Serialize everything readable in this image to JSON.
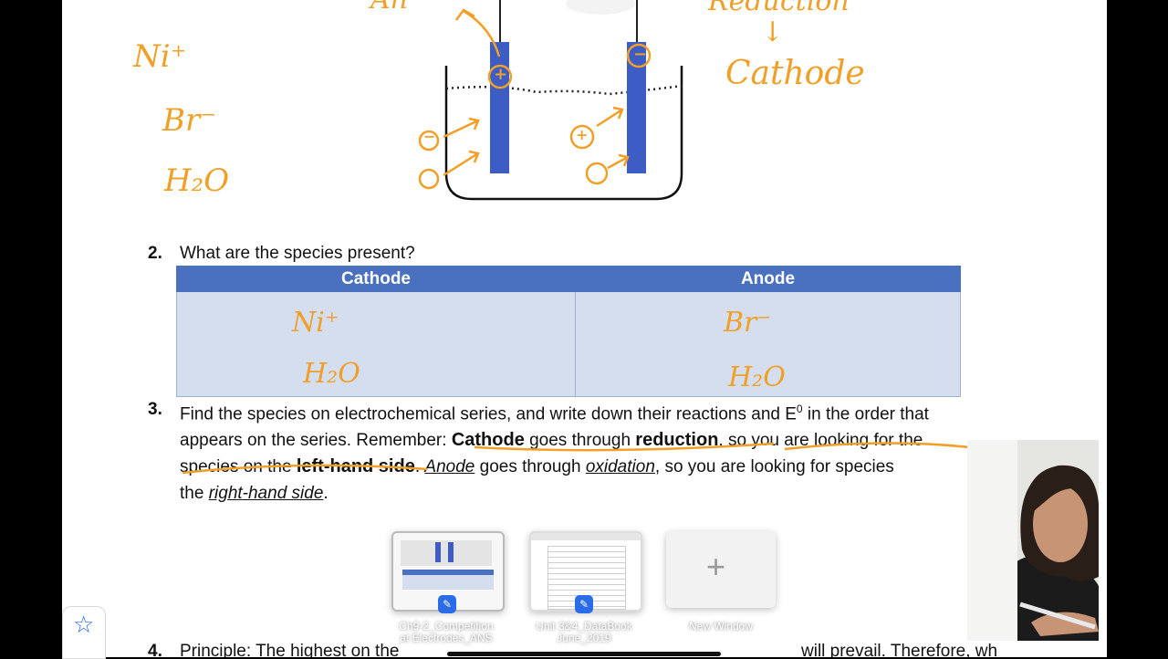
{
  "diagram": {
    "electrode_left_sign": "+",
    "electrode_right_sign": "−",
    "ions_left": [
      "−",
      "○"
    ],
    "ions_right": [
      "+",
      "○"
    ]
  },
  "annotations": {
    "left_ni": "Ni⁺",
    "left_br": "Br⁻",
    "left_h2o": "H₂O",
    "top_left_partial": "An",
    "reduction": "Reduction",
    "arrow": "↓",
    "cathode": "Cathode"
  },
  "q2": {
    "number": "2.",
    "text": "What are the species present?",
    "col_cathode": "Cathode",
    "col_anode": "Anode",
    "cathode_species_1": "Ni⁺",
    "cathode_species_2": "H₂O",
    "anode_species_1": "Br⁻",
    "anode_species_2": "H₂O"
  },
  "q3": {
    "number": "3.",
    "line1": "Find the species on electrochemical series, and write down their reactions and E",
    "sup": "0",
    "line1_end": " in the order that",
    "line2_a": "appears on the series. Remember: ",
    "line2_b": "Cathode",
    "line2_c": " goes through ",
    "line2_d": "reduction",
    "line2_e": ", so you are looking for the",
    "line3_a": "species on the ",
    "line3_b": "left-hand side",
    "line3_c": ". ",
    "line3_d": "Anode",
    "line3_e": " goes through ",
    "line3_f": "oxidation",
    "line3_g": ", so you are looking for species",
    "line4_a": "the ",
    "line4_b": "right-hand side",
    "line4_c": "."
  },
  "q4": {
    "number": "4.",
    "text_start": "Principle: The highest on the",
    "text_end": "will prevail. Therefore, wh"
  },
  "dock": {
    "item1_line1": "Ch9-2_Competition",
    "item1_line2": "at Electrodes_ANS",
    "item2_line1": "Unit 3&4_DataBook",
    "item2_line2": "June_2019",
    "item3_label": "New Window",
    "plus_glyph": "+"
  },
  "sidebar": {
    "star_glyph": "☆"
  },
  "colors": {
    "handwriting": "#f0a028",
    "table_header": "#4a70c0",
    "table_body": "#d4deef",
    "electrode": "#3d5cc4"
  }
}
